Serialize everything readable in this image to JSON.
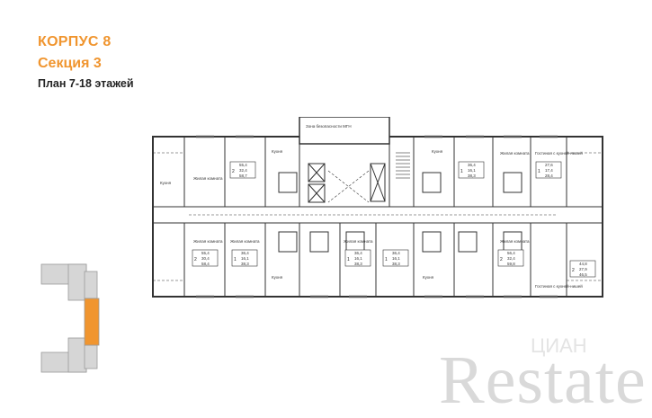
{
  "header": {
    "building": "КОРПУС 8",
    "section": "Секция 3",
    "floors": "План 7-18 этажей"
  },
  "plan": {
    "stair_zone": "Зона безопасности МГН",
    "room_kitchen": "Кухня",
    "room_living": "Жилая комната",
    "room_guest": "Гостиная с кухней-нишей",
    "apartments_top": [
      {
        "rooms": "2",
        "area_total": "55,4",
        "area_living": "32,4",
        "area_full": "58,7"
      },
      {
        "rooms": "1",
        "area_total": "36,4",
        "area_living": "16,1",
        "area_full": "38,3"
      },
      {
        "rooms": "1",
        "area_total": "27,6",
        "area_living": "17,4",
        "area_full": "28,4"
      }
    ],
    "apartments_bottom": [
      {
        "rooms": "2",
        "area_total": "55,4",
        "area_living": "30,4",
        "area_full": "58,4"
      },
      {
        "rooms": "1",
        "area_total": "36,4",
        "area_living": "16,1",
        "area_full": "38,3"
      },
      {
        "rooms": "1",
        "area_total": "36,4",
        "area_living": "16,1",
        "area_full": "38,3"
      },
      {
        "rooms": "1",
        "area_total": "36,4",
        "area_living": "16,1",
        "area_full": "38,3"
      },
      {
        "rooms": "2",
        "area_total": "56,4",
        "area_living": "32,4",
        "area_full": "59,8"
      },
      {
        "rooms": "2",
        "area_total": "44,8",
        "area_living": "27,9",
        "area_full": "46,5"
      }
    ]
  },
  "keymap": {
    "highlight_color": "#f0952f"
  },
  "watermark": {
    "brand": "Restate",
    "sub": "ЦИАН"
  }
}
